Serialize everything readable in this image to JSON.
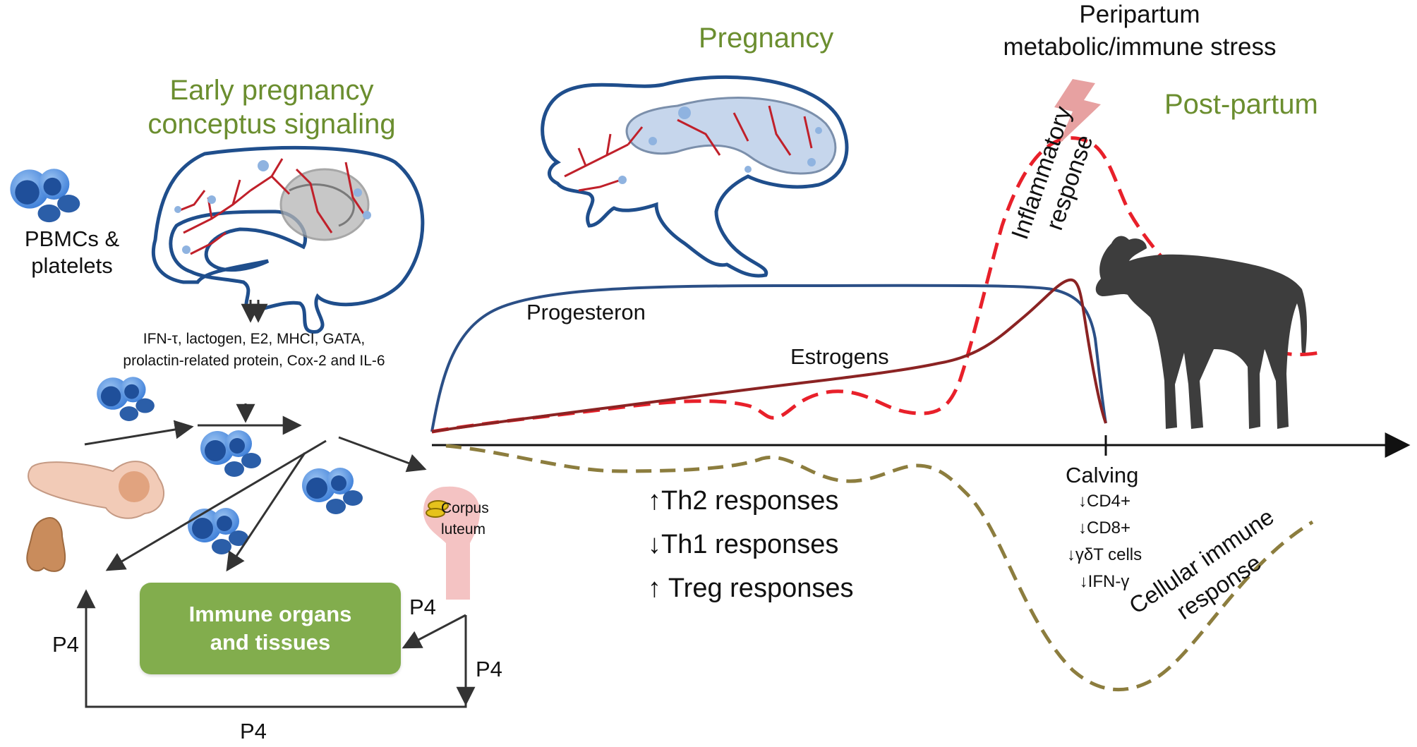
{
  "titles": {
    "early": [
      "Early pregnancy",
      "conceptus signaling"
    ],
    "pregnancy": "Pregnancy",
    "peripartum": [
      "Peripartum",
      "metabolic/immune stress"
    ],
    "postpartum": "Post-partum"
  },
  "cells_label": [
    "PBMCs &",
    "platelets"
  ],
  "signals": [
    "IFN-τ, lactogen, E2, MHCI, GATA,",
    "prolactin-related protein, Cox-2 and IL-6"
  ],
  "corpus_luteum": [
    "Corpus",
    "luteum"
  ],
  "immune_box": [
    "Immune organs",
    "and tissues"
  ],
  "p4": "P4",
  "curves": {
    "progesterone": "Progesteron",
    "estrogens": "Estrogens",
    "inflammatory": [
      "Inflammatory",
      "response"
    ],
    "cellular": [
      "Cellular immune",
      "response"
    ]
  },
  "responses": [
    "↑Th2 responses",
    "↓Th1 responses",
    "↑ Treg responses"
  ],
  "calving": {
    "label": "Calving",
    "changes": [
      "↓CD4+",
      "↓CD8+",
      "↓γδT cells",
      "↓IFN-γ"
    ]
  },
  "colors": {
    "title_green": "#6b8e2f",
    "box_green": "#82ad4d",
    "progesterone": "#2b4f86",
    "estrogens": "#8b2323",
    "inflammatory": "#e8202a",
    "cellular": "#8c7d3e",
    "uterus_outline": "#1f4e8c",
    "vessels": "#c0202a",
    "cell_blue": "#3b7dd8",
    "calf": "#3d3d3d",
    "lightning": "#e7a1a1"
  }
}
